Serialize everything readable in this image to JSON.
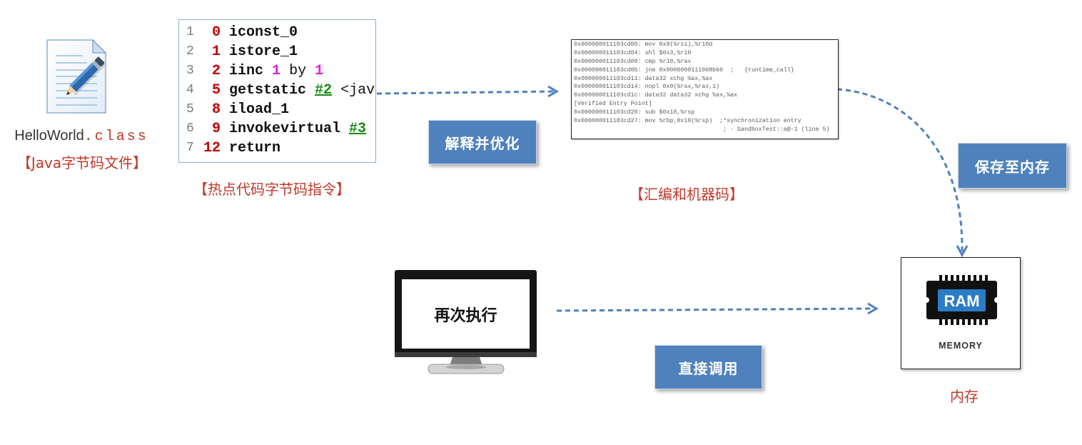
{
  "colors": {
    "arrow": "#4f81bd",
    "step_box": "#4f81bd",
    "caption_red": "#c0392b",
    "offset_red": "#c00000",
    "constant_magenta": "#e01ee0",
    "reference_green": "#168a16",
    "ram_blue": "#2b7cc4"
  },
  "class_file": {
    "icon": "document-pencil-icon",
    "name": "HelloWorld",
    "ext": ".class",
    "caption": "【Java字节码文件】"
  },
  "bytecode": {
    "lines": [
      {
        "no": "1",
        "offset": "0",
        "tokens": [
          "iconst_0"
        ]
      },
      {
        "no": "2",
        "offset": "1",
        "tokens": [
          "istore_1"
        ]
      },
      {
        "no": "3",
        "offset": "2",
        "tokens": [
          "iinc",
          "1",
          "by",
          "1"
        ]
      },
      {
        "no": "4",
        "offset": "5",
        "tokens": [
          "getstatic",
          "#2",
          "<jav"
        ]
      },
      {
        "no": "5",
        "offset": "8",
        "tokens": [
          "iload_1"
        ]
      },
      {
        "no": "6",
        "offset": "9",
        "tokens": [
          "invokevirtual",
          "#3"
        ]
      },
      {
        "no": "7",
        "offset": "12",
        "tokens": [
          "return"
        ]
      }
    ],
    "caption": "【热点代码字节码指令】"
  },
  "steps": {
    "interpret": "解释并优化",
    "save": "保存至内存",
    "direct_call": "直接调用"
  },
  "assembly": {
    "lines": [
      "0x000000011103cd00: mov 0x8(%rsi),%r10d",
      "0x000000011103cd04: shl $0x3,%r10",
      "0x000000011103cd08: cmp %r10,%rax",
      "0x000000011103cd0b: jne 0x0000000111008b60  ;   {runtime_call}",
      "0x000000011103cd11: data32 xchg %ax,%ax",
      "0x000000011103cd14: nopl 0x0(%rax,%rax,1)",
      "0x000000011103cd1c: data32 data32 xchg %ax,%ax",
      "[Verified Entry Point]",
      "0x000000011103cd20: sub $0x18,%rsp",
      "0x000000011103cd27: mov %rbp,0x10(%rsp)  ;*synchronization entry",
      "; - SandboxTest::a@-1 (line 5)"
    ],
    "caption": "【汇编和机器码】"
  },
  "monitor": {
    "icon": "monitor-icon",
    "text": "再次执行"
  },
  "memory": {
    "icon": "ram-chip-icon",
    "chip_label": "RAM",
    "label": "MEMORY",
    "caption": "内存"
  }
}
